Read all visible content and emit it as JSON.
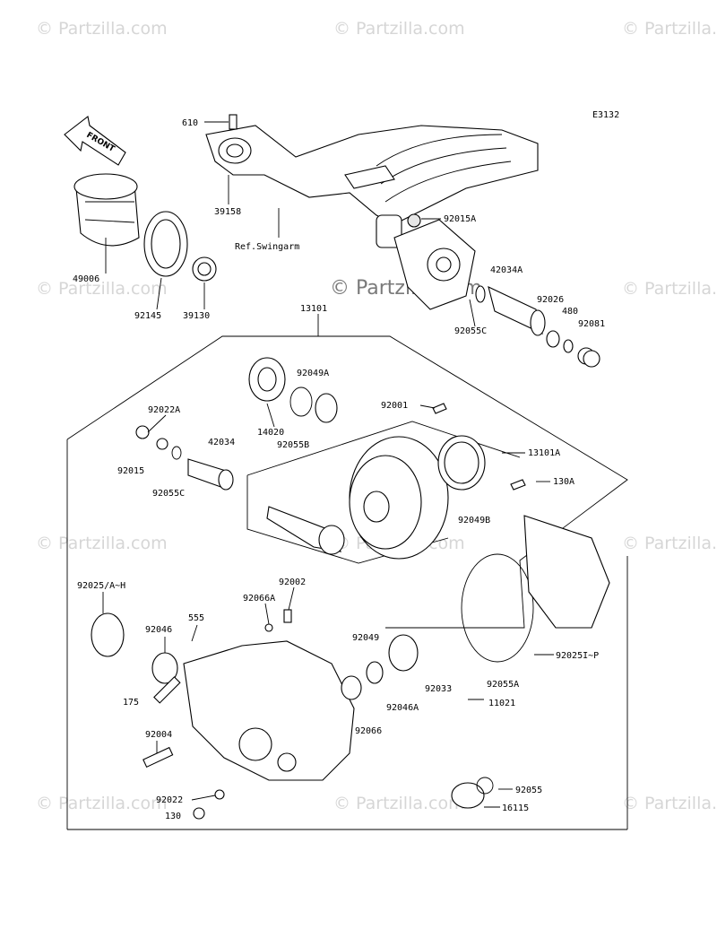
{
  "diagram": {
    "code": "E3132",
    "direction_label": "FRONT",
    "reference_text": "Ref.Swingarm",
    "watermark": "© Partzilla.com",
    "labels": [
      {
        "id": "610",
        "text": "610"
      },
      {
        "id": "39158",
        "text": "39158"
      },
      {
        "id": "ref",
        "text": "Ref.Swingarm"
      },
      {
        "id": "92015A",
        "text": "92015A"
      },
      {
        "id": "42034A",
        "text": "42034A"
      },
      {
        "id": "92026",
        "text": "92026"
      },
      {
        "id": "480",
        "text": "480"
      },
      {
        "id": "92081",
        "text": "92081"
      },
      {
        "id": "92055C_top",
        "text": "92055C"
      },
      {
        "id": "49006",
        "text": "49006"
      },
      {
        "id": "92145",
        "text": "92145"
      },
      {
        "id": "39130",
        "text": "39130"
      },
      {
        "id": "13101",
        "text": "13101"
      },
      {
        "id": "92049A",
        "text": "92049A"
      },
      {
        "id": "14020",
        "text": "14020"
      },
      {
        "id": "92055B",
        "text": "92055B"
      },
      {
        "id": "92001",
        "text": "92001"
      },
      {
        "id": "92022A",
        "text": "92022A"
      },
      {
        "id": "42034",
        "text": "42034"
      },
      {
        "id": "92015",
        "text": "92015"
      },
      {
        "id": "92055C",
        "text": "92055C"
      },
      {
        "id": "13101A",
        "text": "13101A"
      },
      {
        "id": "130A",
        "text": "130A"
      },
      {
        "id": "92049B",
        "text": "92049B"
      },
      {
        "id": "92025",
        "text": "92025/A~H"
      },
      {
        "id": "92046",
        "text": "92046"
      },
      {
        "id": "555",
        "text": "555"
      },
      {
        "id": "92066A",
        "text": "92066A"
      },
      {
        "id": "92002",
        "text": "92002"
      },
      {
        "id": "92049",
        "text": "92049"
      },
      {
        "id": "92046A",
        "text": "92046A"
      },
      {
        "id": "92033",
        "text": "92033"
      },
      {
        "id": "92055A",
        "text": "92055A"
      },
      {
        "id": "92025I",
        "text": "92025I~P"
      },
      {
        "id": "175",
        "text": "175"
      },
      {
        "id": "92004",
        "text": "92004"
      },
      {
        "id": "92066",
        "text": "92066"
      },
      {
        "id": "11021",
        "text": "11021"
      },
      {
        "id": "92022",
        "text": "92022"
      },
      {
        "id": "130",
        "text": "130"
      },
      {
        "id": "92055",
        "text": "92055"
      },
      {
        "id": "16115",
        "text": "16115"
      }
    ]
  }
}
